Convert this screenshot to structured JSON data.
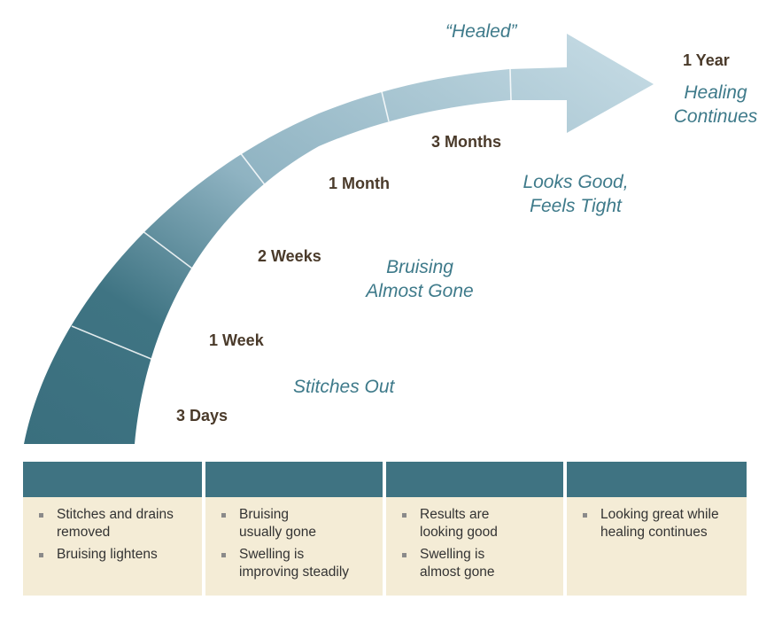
{
  "milestones": [
    {
      "label": "3 Days"
    },
    {
      "label": "1 Week"
    },
    {
      "label": "2 Weeks"
    },
    {
      "label": "1 Month"
    },
    {
      "label": "3 Months"
    },
    {
      "label": "1 Year"
    }
  ],
  "notes": {
    "healed": "“Healed”",
    "healing_continues": "Healing\nContinues",
    "looks_good": "Looks Good,\nFeels Tight",
    "bruising": "Bruising\nAlmost Gone",
    "stitches": "Stitches Out"
  },
  "columns": [
    {
      "items": [
        "Stitches and drains\nremoved",
        "Bruising lightens"
      ]
    },
    {
      "items": [
        "Bruising\nusually gone",
        "Swelling is\nimproving steadily"
      ]
    },
    {
      "items": [
        "Results are\nlooking good",
        "Swelling is\nalmost gone"
      ]
    },
    {
      "items": [
        "Looking great while\nhealing continues"
      ]
    }
  ],
  "colors": {
    "arc_dark": "#3a6f7e",
    "arc_light": "#c8dde6",
    "header": "#3f7382",
    "panel": "#f4ecd6",
    "milestone_text": "#4a3a2a",
    "note_text": "#3e7a8a"
  }
}
